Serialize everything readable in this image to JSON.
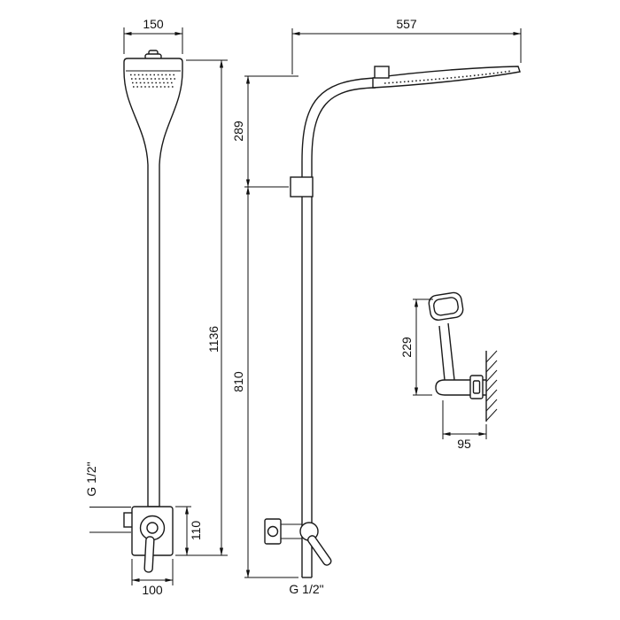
{
  "drawing": {
    "title": "shower-column-dimensional-drawing",
    "front_view": {
      "head_width": "150",
      "total_height": "1136",
      "inlet_thread": "G 1/2\"",
      "valve_height": "110",
      "valve_width": "100"
    },
    "side_view": {
      "arm_reach": "557",
      "upper_height": "289",
      "lower_height": "810",
      "outlet_thread": "G 1/2\""
    },
    "detail_view": {
      "holder_height": "229",
      "wall_offset": "95"
    }
  }
}
